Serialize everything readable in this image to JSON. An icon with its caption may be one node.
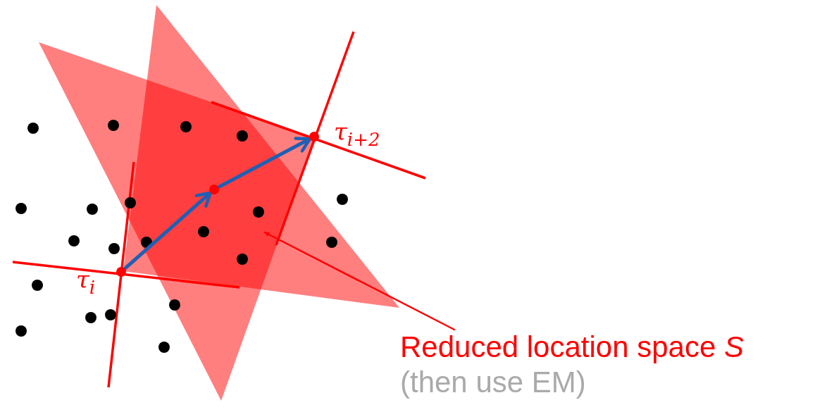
{
  "diagram": {
    "nodes": [
      {
        "text": [],
        "shape": "circle",
        "beside": [
          "τ$_{i}$"
        ]
      },
      {
        "text": [],
        "shape": "circle"
      },
      {
        "text": [],
        "shape": "circle",
        "beside": [
          "τ$_{i+2}$"
        ]
      },
      {
        "text": [
          "Reduced location space *S*",
          "(then use EM)"
        ]
      }
    ],
    "edges": [
      {
        "from": 0,
        "to": 1,
        "arrow": "to"
      },
      {
        "from": 1,
        "to": 2,
        "arrow": "to"
      },
      {
        "from": 3,
        "to": null,
        "arrow": "to",
        "color": "#ff0000"
      }
    ]
  }
}
